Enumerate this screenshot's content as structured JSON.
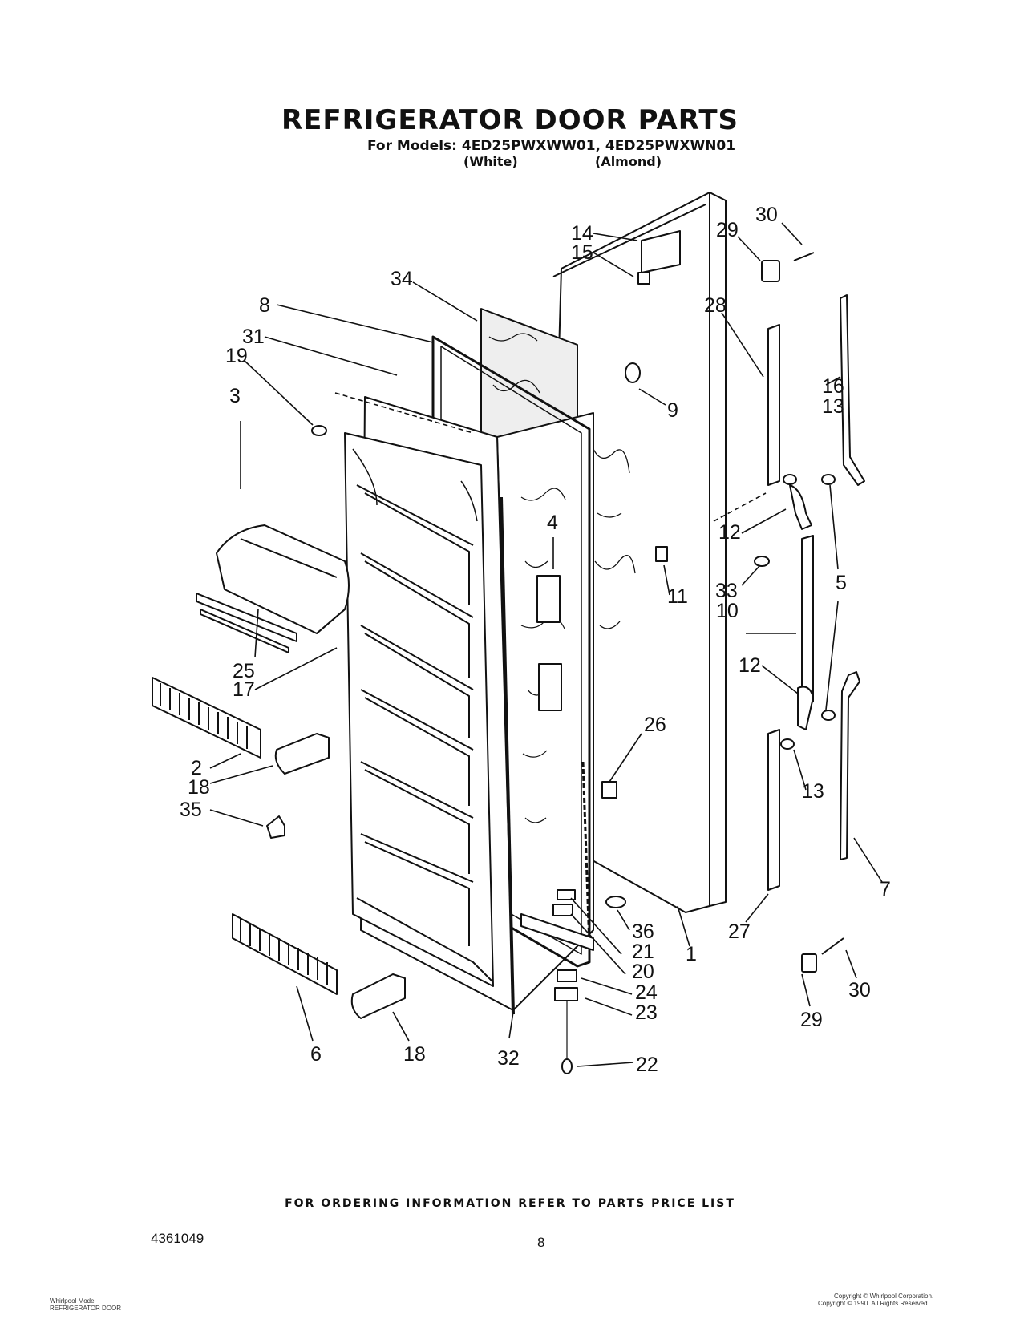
{
  "header": {
    "title": "REFRIGERATOR DOOR PARTS",
    "models": "For Models: 4ED25PWXWW01, 4ED25PWXWN01",
    "variant_white": "(White)",
    "variant_almond": "(Almond)"
  },
  "callouts": [
    "14",
    "15",
    "30",
    "29",
    "34",
    "8",
    "28",
    "31",
    "19",
    "9",
    "16",
    "13",
    "3",
    "4",
    "12",
    "33",
    "10",
    "5",
    "11",
    "25",
    "17",
    "12",
    "26",
    "2",
    "18",
    "35",
    "13",
    "7",
    "36",
    "21",
    "20",
    "1",
    "27",
    "24",
    "23",
    "30",
    "29",
    "6",
    "18",
    "32",
    "22"
  ],
  "footer": {
    "ordering_note": "FOR ORDERING INFORMATION REFER TO PARTS PRICE LIST",
    "doc_number": "4361049",
    "page_number": "8",
    "fine_print_left_1": "Whirlpool Model",
    "fine_print_left_2": "REFRIGERATOR DOOR",
    "fine_print_right_1": "Copyright © Whirlpool Corporation.",
    "fine_print_right_2": "Copyright © 1990. All Rights Reserved."
  },
  "colors": {
    "ink": "#111111",
    "paper": "#ffffff"
  }
}
